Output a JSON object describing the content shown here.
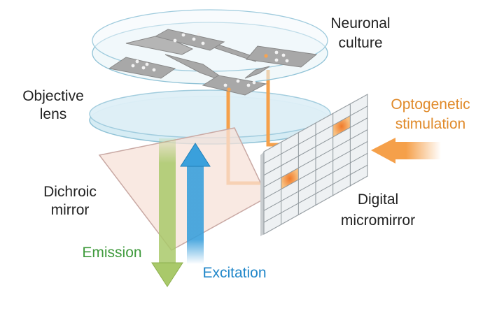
{
  "labels": {
    "neuronal_culture": [
      "Neuronal",
      "culture"
    ],
    "objective_lens": [
      "Objective",
      "lens"
    ],
    "optogenetic_stimulation": [
      "Optogenetic",
      "stimulation"
    ],
    "dichroic_mirror": [
      "Dichroic",
      "mirror"
    ],
    "digital_micromirror": [
      "Digital",
      "micromirror"
    ],
    "emission": "Emission",
    "excitation": "Excitation"
  },
  "colors": {
    "emission": "#9dc35a",
    "excitation": "#3aa0dc",
    "stimulation": "#f5a04a",
    "mirror": "#f7e3dc",
    "lens": "#cfe8f2"
  }
}
